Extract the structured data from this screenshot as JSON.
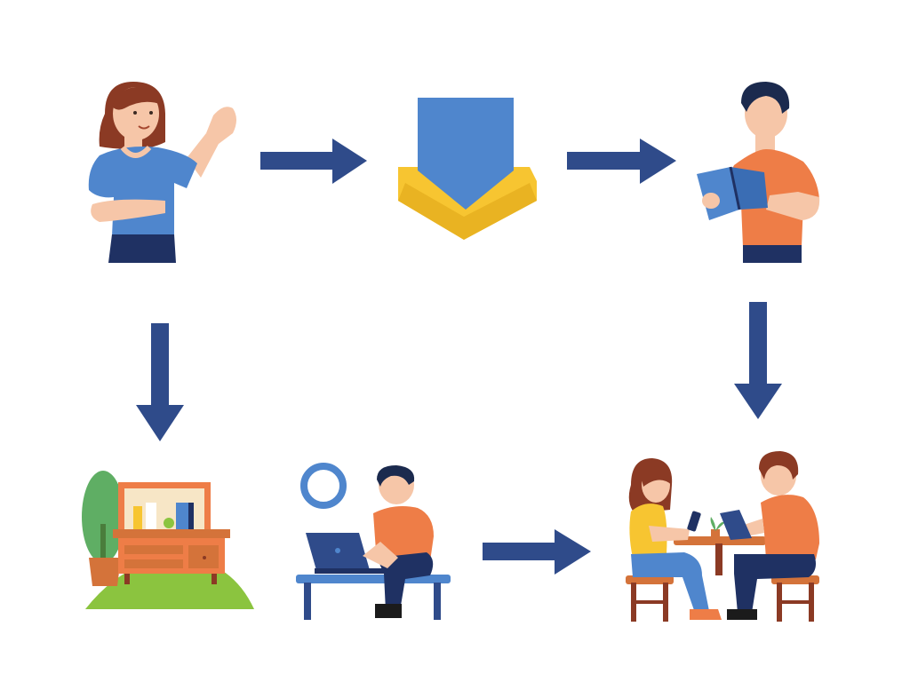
{
  "diagram": {
    "nodes": [
      {
        "id": "presenter",
        "icon": "woman-presenting-icon"
      },
      {
        "id": "funnel",
        "icon": "shield-chevron-icon"
      },
      {
        "id": "reader",
        "icon": "man-reading-book-icon"
      },
      {
        "id": "workspace",
        "icon": "home-desk-icon"
      },
      {
        "id": "laptop-user",
        "icon": "man-laptop-bench-icon"
      },
      {
        "id": "collaboration",
        "icon": "two-people-at-table-icon"
      }
    ],
    "edges": [
      {
        "from": "presenter",
        "to": "funnel",
        "direction": "right"
      },
      {
        "from": "funnel",
        "to": "reader",
        "direction": "right"
      },
      {
        "from": "reader",
        "to": "collaboration",
        "direction": "down"
      },
      {
        "from": "presenter",
        "to": "workspace",
        "direction": "down"
      },
      {
        "from": "laptop-user",
        "to": "collaboration",
        "direction": "right"
      }
    ]
  },
  "colors": {
    "arrow": "#2f4b8a",
    "blue": "#4f86cd",
    "navy": "#1f3163",
    "orange": "#ee7d47",
    "yellow": "#f7c531",
    "skin": "#f6c6a8",
    "hair_brown": "#8b3a24",
    "hair_navy": "#1b2a4e",
    "green": "#8bc43f",
    "plant": "#5fae64"
  }
}
